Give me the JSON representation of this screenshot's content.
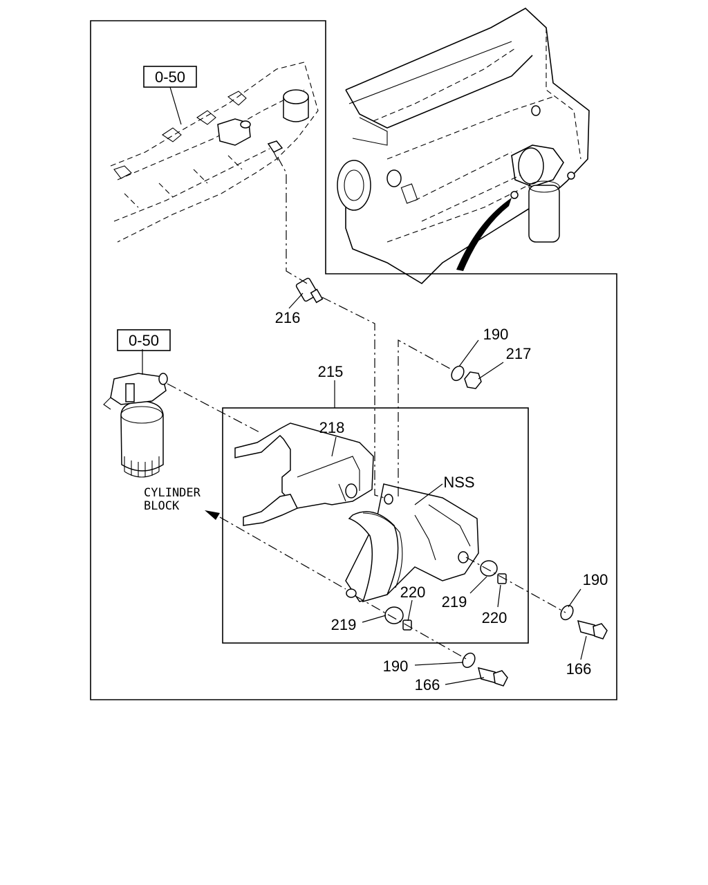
{
  "labels": {
    "ref_top": "0-50",
    "ref_filter": "0-50",
    "p216": "216",
    "p190_a": "190",
    "p217": "217",
    "p215": "215",
    "p218": "218",
    "nss": "NSS",
    "cyl_line1": "CYLINDER",
    "cyl_line2": "BLOCK",
    "p220_a": "220",
    "p219_a": "219",
    "p219_b": "219",
    "p220_b": "220",
    "p190_b": "190",
    "p166_a": "166",
    "p190_c": "190",
    "p166_b": "166"
  }
}
